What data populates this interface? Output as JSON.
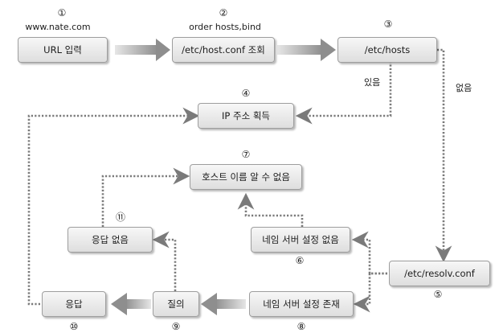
{
  "nodes": {
    "url": "URL 입력",
    "hostconf": "/etc/host.conf 조회",
    "hosts": "/etc/hosts",
    "ip": "IP 주소 획득",
    "notfound": "호스트 이름 알 수 없음",
    "noresponse": "응답 없음",
    "ns_none": "네임 서버 설정 없음",
    "resolv": "/etc/resolv.conf",
    "response": "응답",
    "query": "질의",
    "ns_exists": "네임 서버 설정 존재"
  },
  "numbers": {
    "n1": "①",
    "n2": "②",
    "n3": "③",
    "n4": "④",
    "n5": "⑤",
    "n6": "⑥",
    "n7": "⑦",
    "n8": "⑧",
    "n9": "⑨",
    "n10": "⑩",
    "n11": "⑪"
  },
  "captions": {
    "url_example": "www.nate.com",
    "order": "order hosts,bind",
    "found": "있음",
    "not_found": "없음"
  },
  "colors": {
    "node_border": "#9e9e9e",
    "dotted_arrow": "#7a7a7a",
    "block_arrow": "#9a9a9a"
  }
}
